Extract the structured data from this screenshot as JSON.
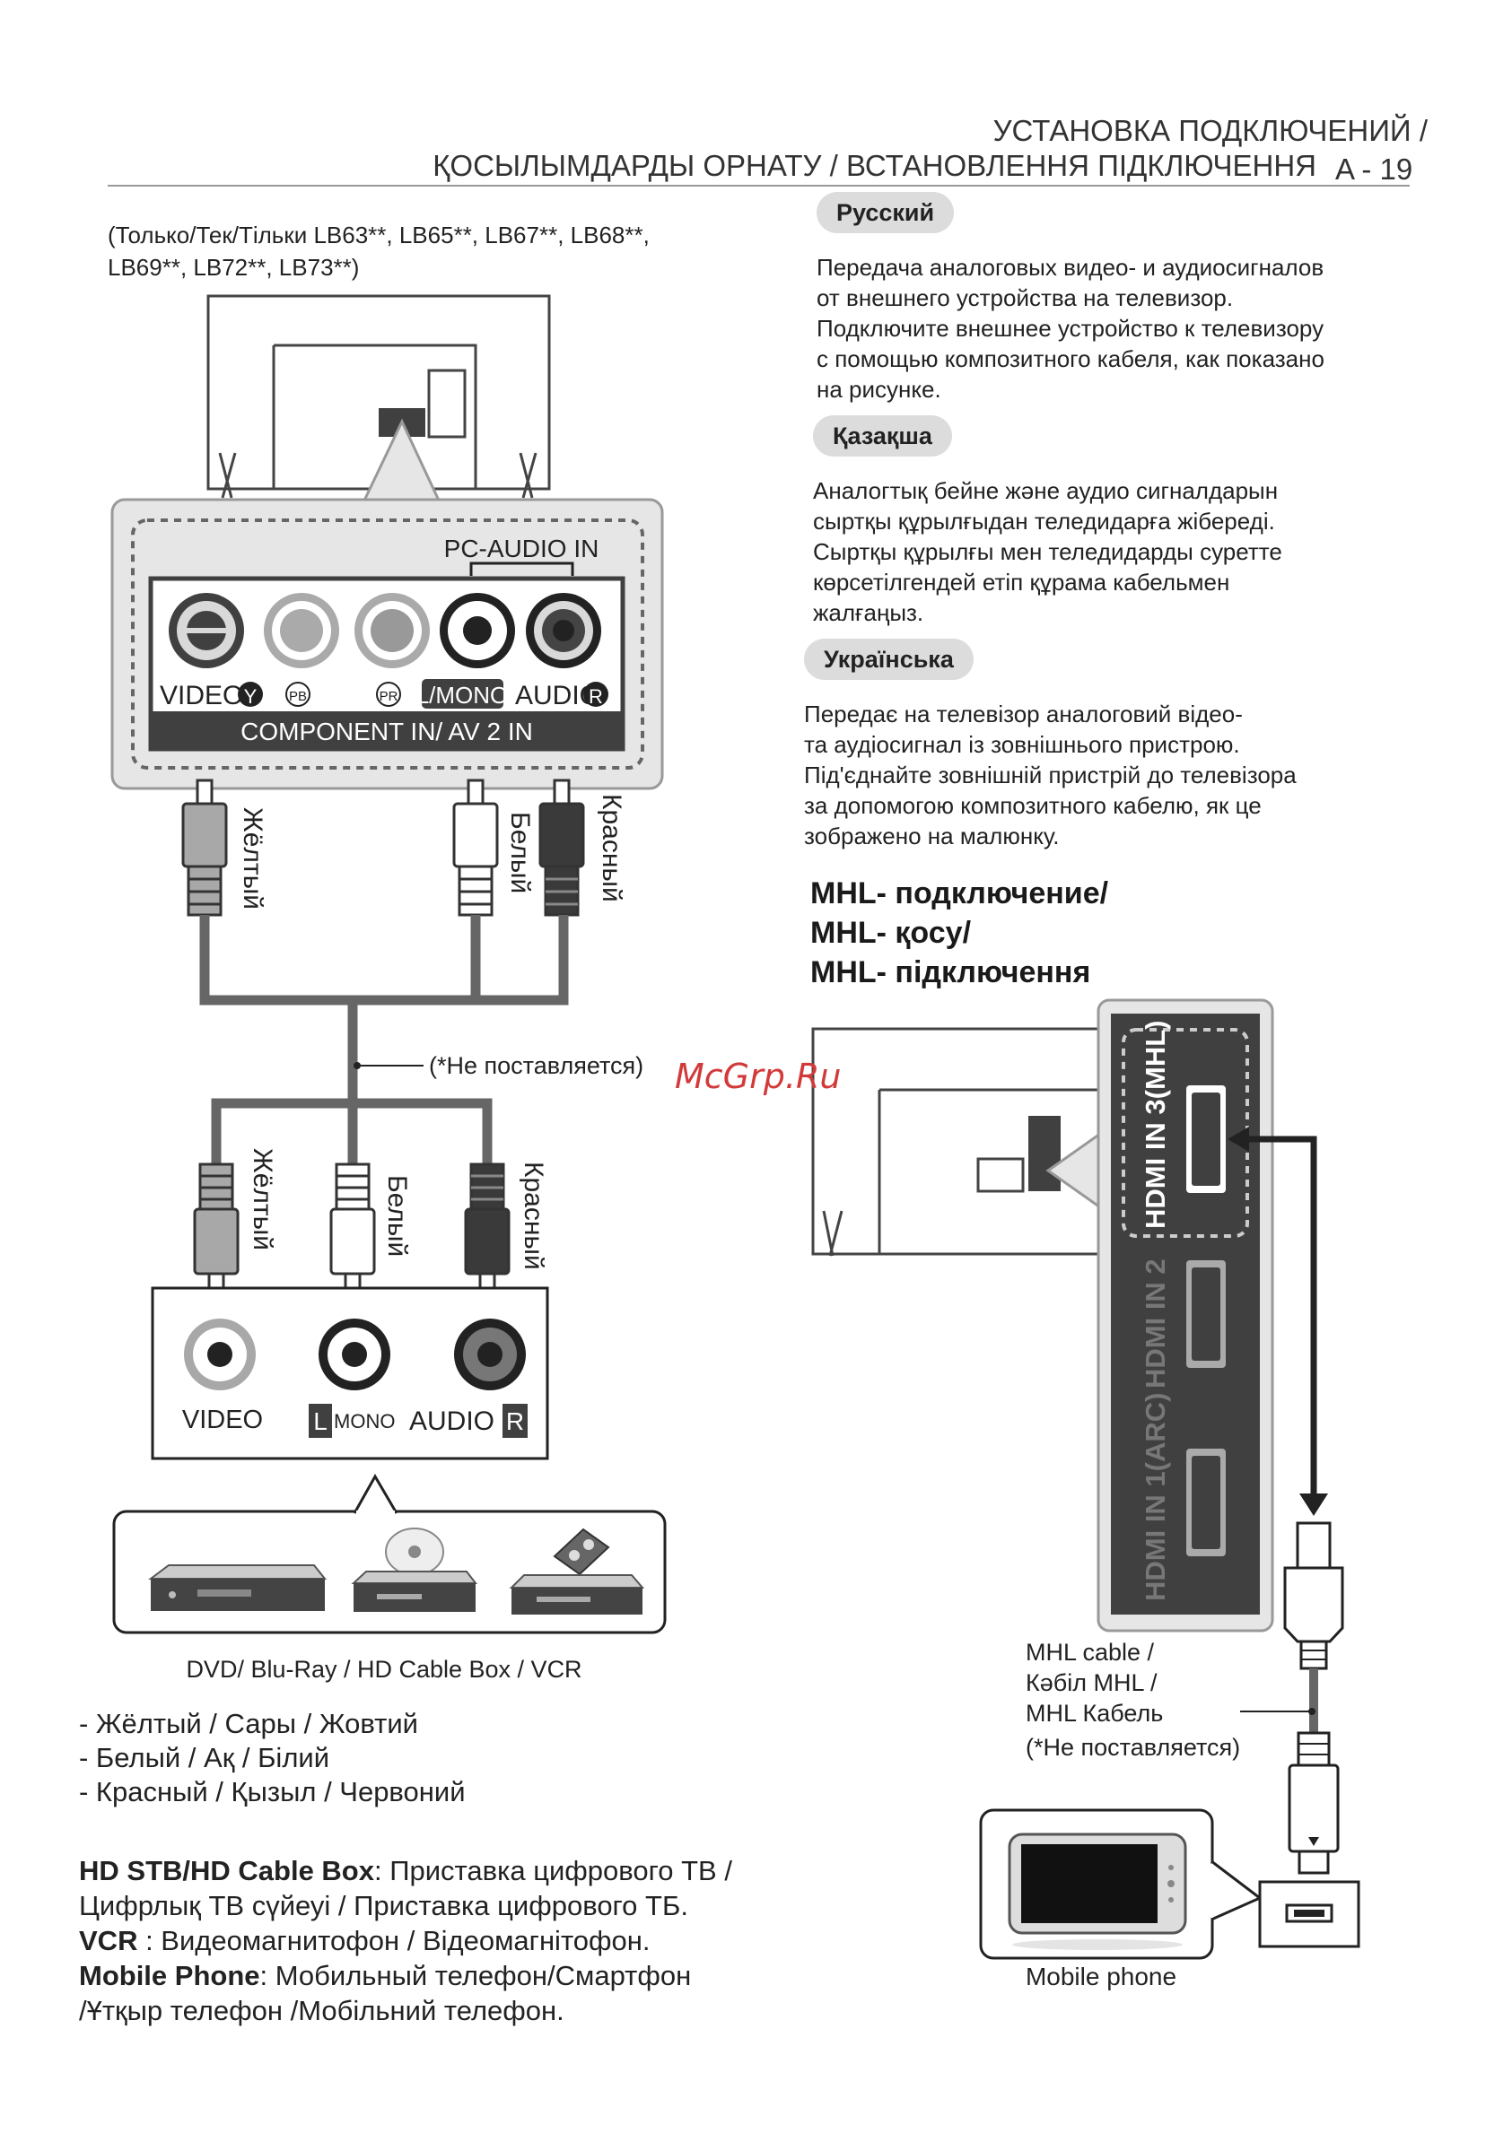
{
  "header": {
    "line1": "УСТАНОВКА ПОДКЛЮЧЕНИЙ /",
    "line2": "ҚОСЫЛЫМДАРДЫ ОРНАТУ / ВСТАНОВЛЕННЯ ПІДКЛЮЧЕННЯ",
    "page_number": "A - 19"
  },
  "models_note": {
    "line1": "(Только/Тек/Тільки LB63**, LB65**, LB67**, LB68**,",
    "line2": "LB69**, LB72**, LB73**)"
  },
  "sections": [
    {
      "lang": "Русский",
      "lines": [
        "Передача аналоговых видео- и аудиосигналов",
        "от внешнего устройства на телевизор.",
        "Подключите внешнее устройство к телевизору",
        "с помощью композитного кабеля, как показано",
        "на рисунке."
      ]
    },
    {
      "lang": "Қазақша",
      "lines": [
        "Аналогтық бейне және аудио сигналдарын",
        "сыртқы құрылғыдан теледидарға жібереді.",
        "Сыртқы құрылғы мен теледидарды суретте",
        "көрсетілгендей етіп құрама кабельмен",
        "жалғаңыз."
      ]
    },
    {
      "lang": "Українська",
      "lines": [
        "Передає на телевізор аналоговий відео-",
        "та аудіосигнал із зовнішнього пристрою.",
        "Під'єднайте зовнішній пристрій до телевізора",
        "за допомогою композитного кабелю, як це",
        "зображено на малюнку."
      ]
    }
  ],
  "mhl_title": [
    "MHL- подключение/",
    "MHL- қосу/",
    "MHL- підключення"
  ],
  "av_diagram": {
    "pc_audio_in": "PC-AUDIO IN",
    "video_y": "VIDEO/",
    "y_badge": "Y",
    "pb": "PB",
    "pr": "PR",
    "l_mono": "L/MONO",
    "audio_r": "AUDIO",
    "r_badge": "R",
    "component_label": "COMPONENT IN/ AV 2 IN",
    "cable_yellow": "Жёлтый",
    "cable_white": "Белый",
    "cable_red": "Красный",
    "not_supplied": "(*Не поставляется)",
    "dev_video": "VIDEO",
    "dev_l": "L",
    "dev_mono": "MONO",
    "dev_audio": "AUDIO",
    "dev_r": "R",
    "devices_caption": "DVD/ Blu-Ray / HD Cable Box / VCR"
  },
  "mhl_diagram": {
    "hdmi3": "HDMI IN 3(MHL)",
    "hdmi2": "HDMI IN 2",
    "hdmi1": "HDMI IN 1(ARC)",
    "cable_lines": [
      "MHL cable /",
      "Кәбіл MHL /",
      "MHL Кабель",
      "(*Не поставляется)"
    ],
    "phone_caption": "Mobile phone"
  },
  "color_legend": [
    "- Жёлтый / Сары / Жовтий",
    "- Белый / Ақ / Білий",
    "- Красный / Қызыл / Червоний"
  ],
  "glossary": [
    {
      "term": "HD STB/HD Cable Box",
      "def": ": Приставка цифрового ТВ /"
    },
    {
      "term": "",
      "def": "Цифрлық ТВ сүйеуі / Приставка цифрового ТБ."
    },
    {
      "term": "VCR",
      "def": " : Видеомагнитофон / Відеомагнітофон."
    },
    {
      "term": "Mobile Phone",
      "def": ": Мобильный телефон/Смартфон"
    },
    {
      "term": "",
      "def": " /Ұтқыр телефон /Мобільний телефон."
    }
  ],
  "watermark": "McGrp.Ru",
  "colors": {
    "panel_dark": "#404040",
    "panel_light": "#e6e6e6",
    "jack_gray": "#a8a8a8",
    "plug_dark": "#3a3a3a"
  }
}
